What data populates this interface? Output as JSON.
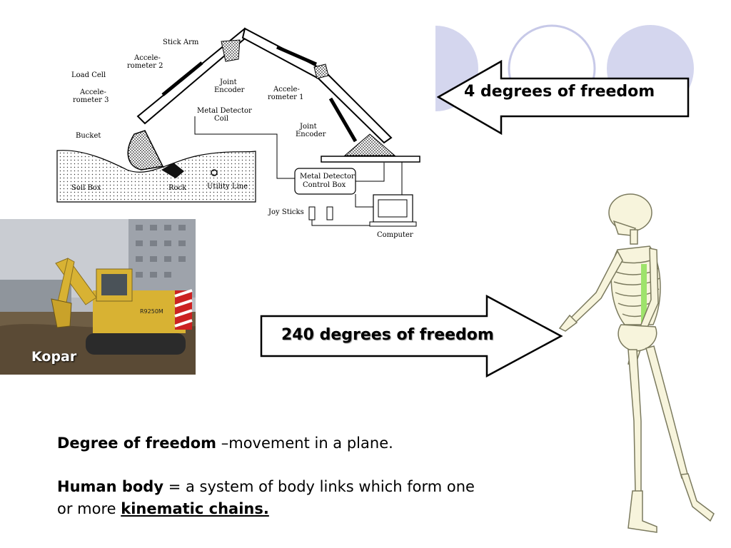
{
  "diagram": {
    "labels": {
      "stick_arm": "Stick Arm",
      "accelerometer2": [
        "Accele-",
        "rometer 2"
      ],
      "load_cell": "Load Cell",
      "accelerometer3": [
        "Accele-",
        "rometer 3"
      ],
      "bucket": "Bucket",
      "joint_encoder_top": [
        "Joint",
        "Encoder"
      ],
      "accelerometer1": [
        "Accele-",
        "rometer 1"
      ],
      "metal_detector_coil": [
        "Metal Detector",
        "Coil"
      ],
      "joint_encoder_base": [
        "Joint",
        "Encoder"
      ],
      "soil_box": "Soil Box",
      "rock": "Rock",
      "utility_line": "Utility Line",
      "control_box": [
        "Metal Detector",
        "Control Box"
      ],
      "joy_sticks": "Joy Sticks",
      "computer": "Computer"
    }
  },
  "photo": {
    "label": "Kopar",
    "machine_text": "R9250M"
  },
  "arrow_top": {
    "label": "4 degrees of freedom"
  },
  "arrow_bottom": {
    "label": "240 degrees of freedom"
  },
  "body_text": {
    "line1_bold": "Degree of freedom",
    "line1_rest": " –movement in a plane.",
    "line2_bold": "Human body",
    "line2_rest": " = a system of body links which form one or more ",
    "line2_link": "kinematic chains."
  },
  "colors": {
    "circle_fill": "#d4d6ee",
    "circle_stroke": "#c7c9e8",
    "excavator_yellow": "#d8b233",
    "bone": "#f7f4dc"
  }
}
